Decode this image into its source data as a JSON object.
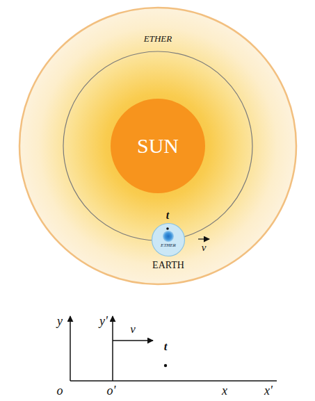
{
  "diagram": {
    "nodes": [
      {
        "text": [
          "ETHER"
        ]
      },
      {
        "text": [
          "SUN"
        ],
        "in": 0
      },
      {
        "text": [
          "ETHER",
          "EARTH"
        ],
        "in": 0
      }
    ],
    "labels": [
      "t",
      "v",
      "y",
      "y'",
      "v",
      "t",
      "o",
      "o'",
      "x",
      "x'"
    ]
  }
}
